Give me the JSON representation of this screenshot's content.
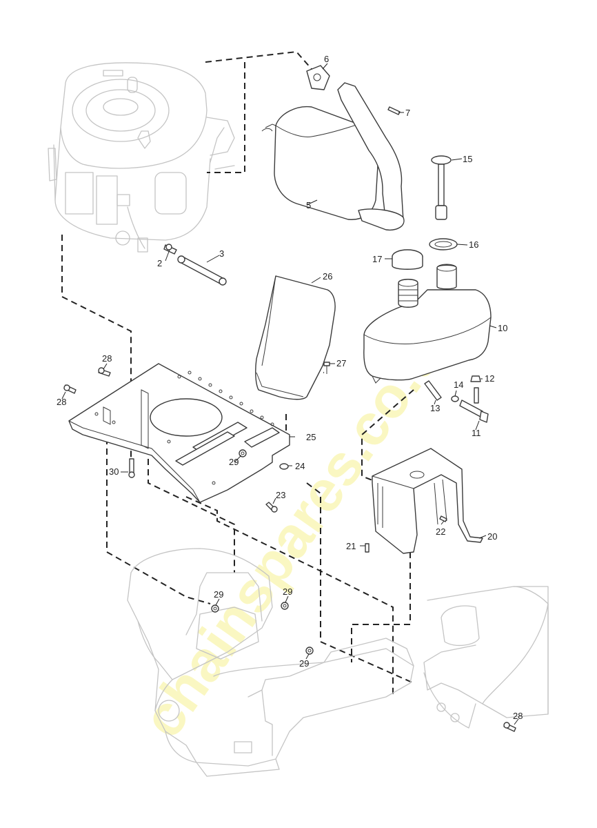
{
  "watermark": "chainspares.co.uk",
  "labels": [
    {
      "id": "2",
      "text": "2"
    },
    {
      "id": "3",
      "text": "3"
    },
    {
      "id": "5",
      "text": "5"
    },
    {
      "id": "6",
      "text": "6"
    },
    {
      "id": "7",
      "text": "7"
    },
    {
      "id": "10",
      "text": "10"
    },
    {
      "id": "11",
      "text": "11"
    },
    {
      "id": "12",
      "text": "12"
    },
    {
      "id": "13",
      "text": "13"
    },
    {
      "id": "14",
      "text": "14"
    },
    {
      "id": "15",
      "text": "15"
    },
    {
      "id": "16",
      "text": "16"
    },
    {
      "id": "17",
      "text": "17"
    },
    {
      "id": "20",
      "text": "20"
    },
    {
      "id": "21",
      "text": "21"
    },
    {
      "id": "22",
      "text": "22"
    },
    {
      "id": "23",
      "text": "23"
    },
    {
      "id": "24",
      "text": "24"
    },
    {
      "id": "25",
      "text": "25"
    },
    {
      "id": "26",
      "text": "26"
    },
    {
      "id": "27",
      "text": "27"
    },
    {
      "id": "28a",
      "text": "28"
    },
    {
      "id": "28b",
      "text": "28"
    },
    {
      "id": "28c",
      "text": "28"
    },
    {
      "id": "29a",
      "text": "29"
    },
    {
      "id": "29b",
      "text": "29"
    },
    {
      "id": "29c",
      "text": "29"
    },
    {
      "id": "29d",
      "text": "29"
    },
    {
      "id": "30",
      "text": "30"
    }
  ]
}
